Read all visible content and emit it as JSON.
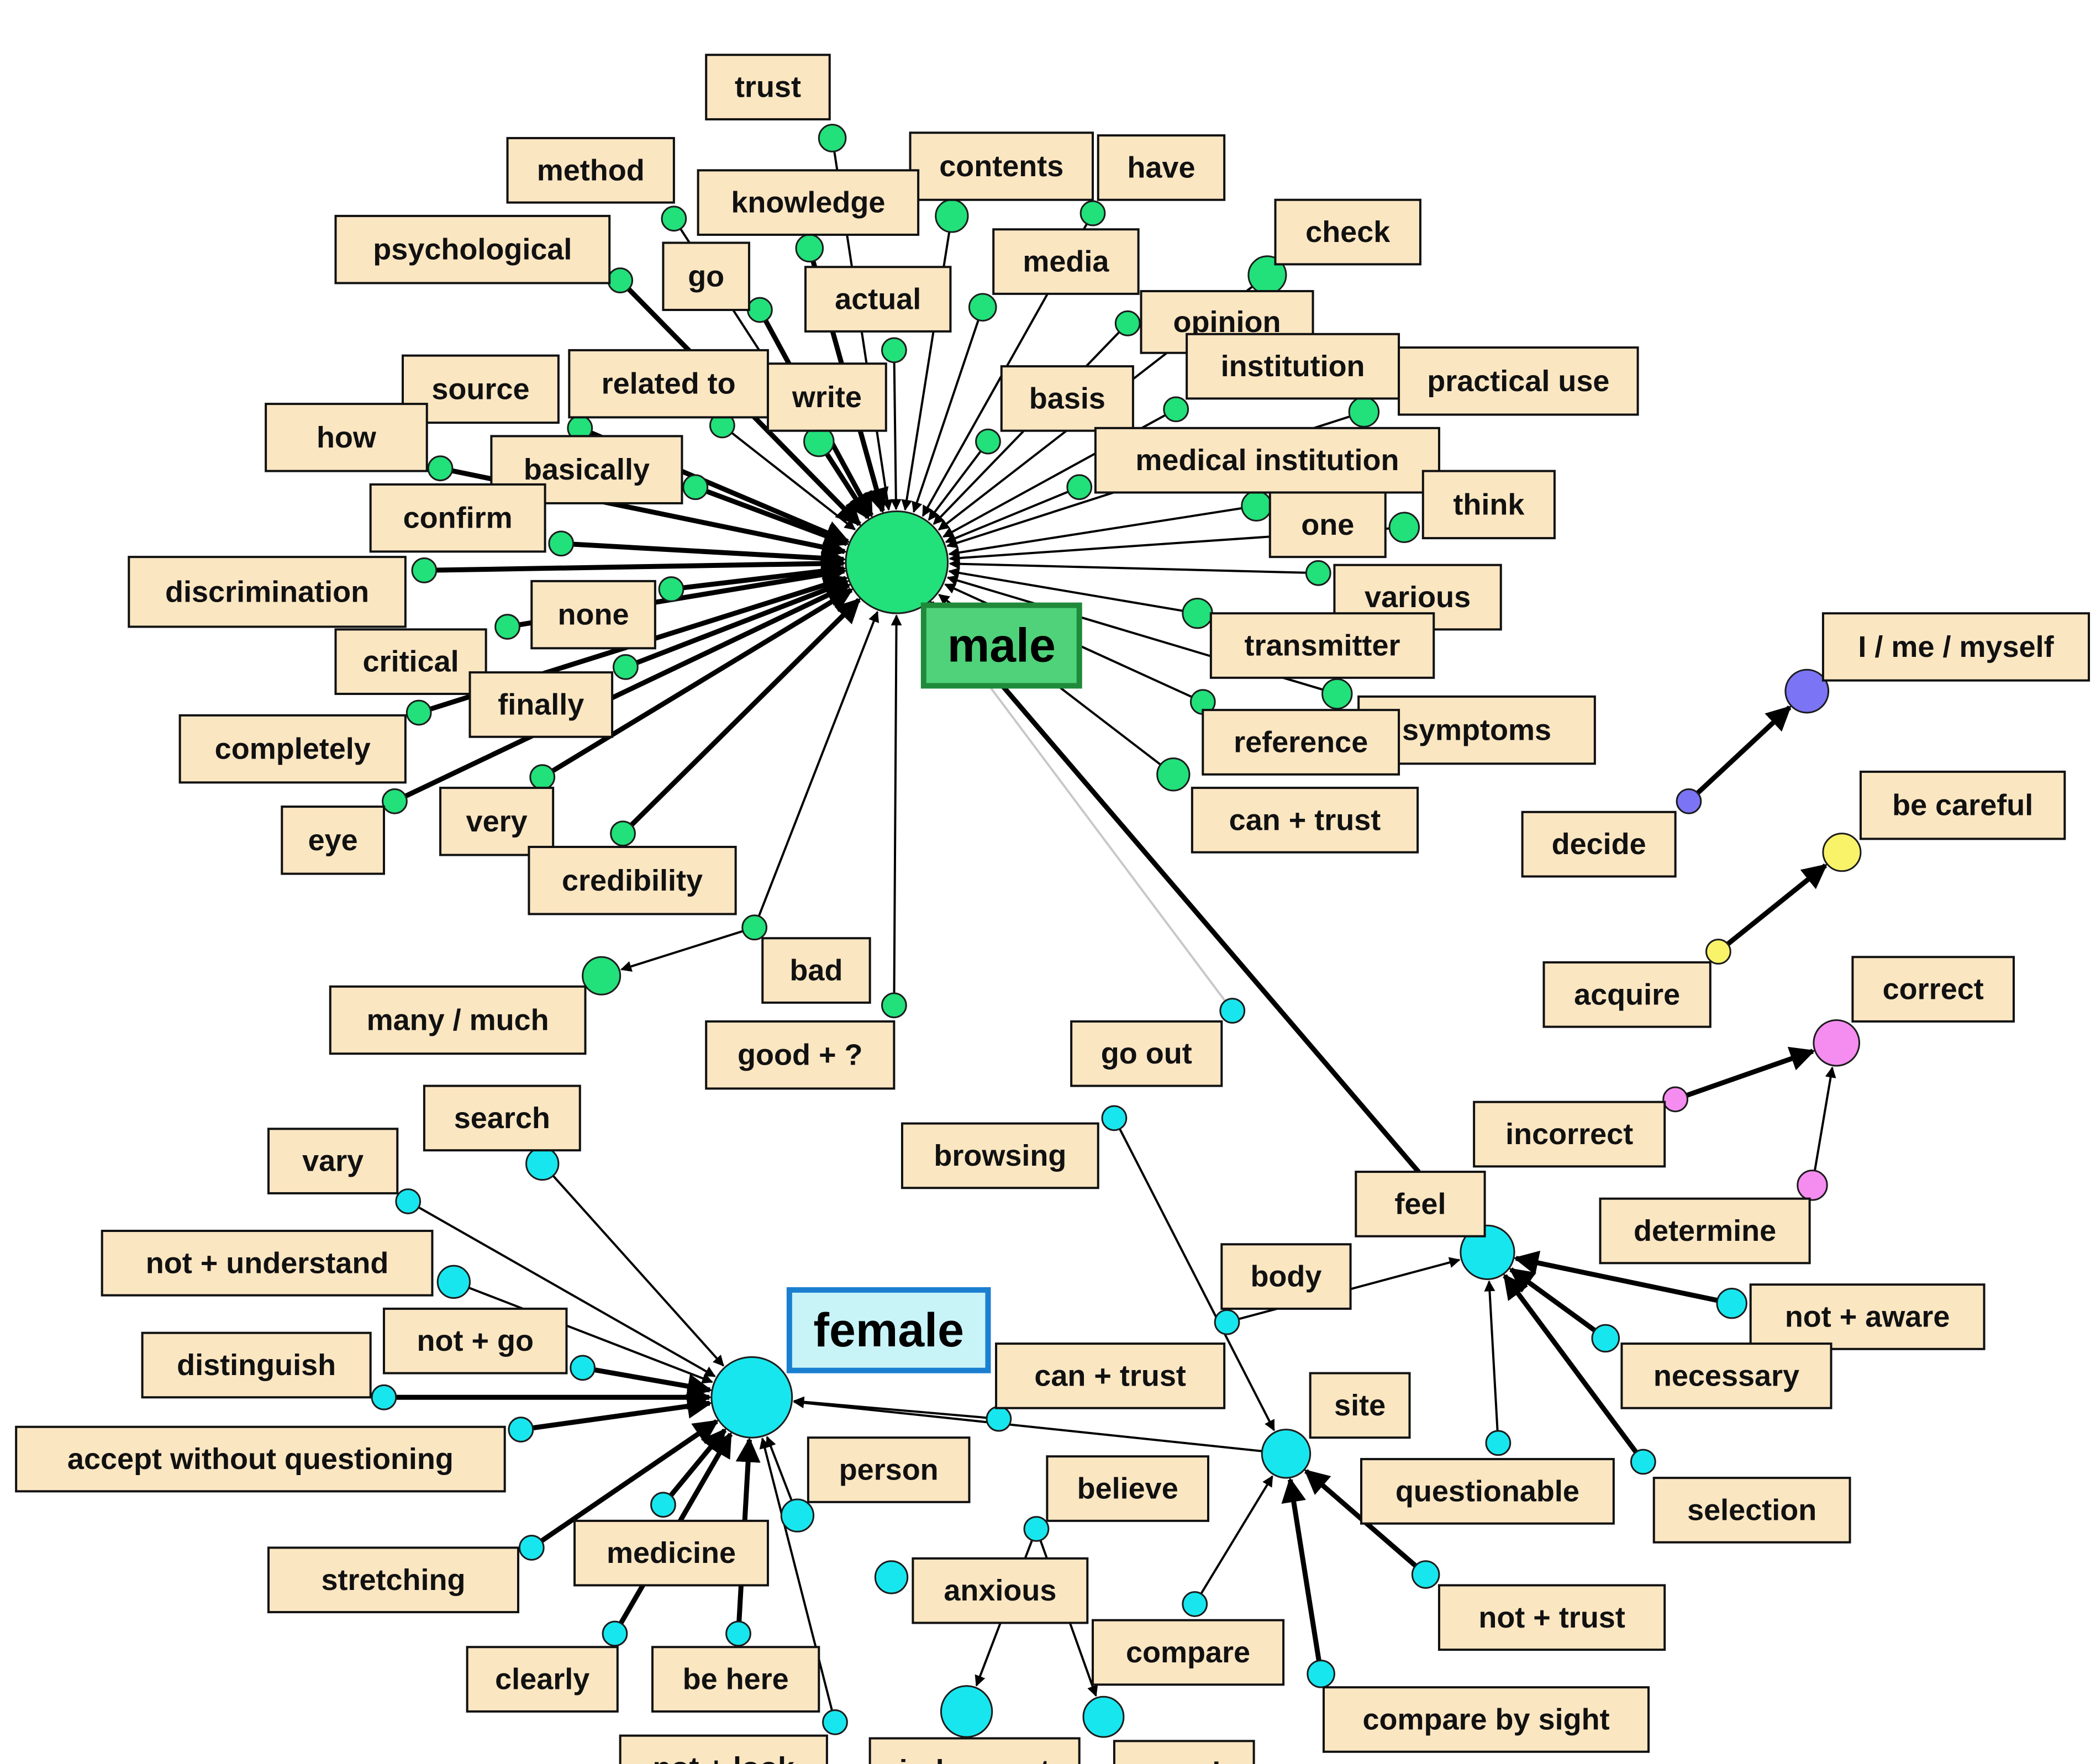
{
  "colors": {
    "box_fill": "#fbe6c2",
    "box_stroke": "#111111",
    "male": "#22e07a",
    "female": "#18e6ee",
    "decide_group": "#7b74f4",
    "acquire_group": "#f9f36a",
    "correct_group": "#f58cf0",
    "male_label_fill": "#4fd27a",
    "male_label_stroke": "#1f8a3a",
    "female_label_fill": "#c8f4f8",
    "female_label_stroke": "#1b7fd0"
  },
  "hubs": [
    {
      "id": "male",
      "label": "male",
      "group": "male"
    },
    {
      "id": "female",
      "label": "female",
      "group": "female"
    }
  ],
  "words": [
    {
      "id": "trust",
      "label": "trust",
      "group": "male"
    },
    {
      "id": "method",
      "label": "method",
      "group": "male"
    },
    {
      "id": "contents",
      "label": "contents",
      "group": "male"
    },
    {
      "id": "have",
      "label": "have",
      "group": "male"
    },
    {
      "id": "knowledge",
      "label": "knowledge",
      "group": "male"
    },
    {
      "id": "psychological",
      "label": "psychological",
      "group": "male"
    },
    {
      "id": "go",
      "label": "go",
      "group": "male"
    },
    {
      "id": "check",
      "label": "check",
      "group": "male"
    },
    {
      "id": "media",
      "label": "media",
      "group": "male"
    },
    {
      "id": "actual",
      "label": "actual",
      "group": "male"
    },
    {
      "id": "opinion",
      "label": "opinion",
      "group": "male"
    },
    {
      "id": "institution",
      "label": "institution",
      "group": "male"
    },
    {
      "id": "practical_use",
      "label": "practical use",
      "group": "male"
    },
    {
      "id": "source",
      "label": "source",
      "group": "male"
    },
    {
      "id": "related_to",
      "label": "related to",
      "group": "male"
    },
    {
      "id": "write",
      "label": "write",
      "group": "male"
    },
    {
      "id": "basis",
      "label": "basis",
      "group": "male"
    },
    {
      "id": "how",
      "label": "how",
      "group": "male"
    },
    {
      "id": "basically",
      "label": "basically",
      "group": "male"
    },
    {
      "id": "medical_institution",
      "label": "medical institution",
      "group": "male"
    },
    {
      "id": "confirm",
      "label": "confirm",
      "group": "male"
    },
    {
      "id": "think",
      "label": "think",
      "group": "male"
    },
    {
      "id": "one",
      "label": "one",
      "group": "male"
    },
    {
      "id": "discrimination",
      "label": "discrimination",
      "group": "male"
    },
    {
      "id": "none",
      "label": "none",
      "group": "male"
    },
    {
      "id": "various",
      "label": "various",
      "group": "male"
    },
    {
      "id": "critical",
      "label": "critical",
      "group": "male"
    },
    {
      "id": "transmitter",
      "label": "transmitter",
      "group": "male"
    },
    {
      "id": "finally",
      "label": "finally",
      "group": "male"
    },
    {
      "id": "completely",
      "label": "completely",
      "group": "male"
    },
    {
      "id": "symptoms",
      "label": "symptoms",
      "group": "male"
    },
    {
      "id": "reference",
      "label": "reference",
      "group": "male"
    },
    {
      "id": "eye",
      "label": "eye",
      "group": "male"
    },
    {
      "id": "very",
      "label": "very",
      "group": "male"
    },
    {
      "id": "can_trust_m",
      "label": "can + trust",
      "group": "male"
    },
    {
      "id": "credibility",
      "label": "credibility",
      "group": "male"
    },
    {
      "id": "bad",
      "label": "bad",
      "group": "male"
    },
    {
      "id": "many_much",
      "label": "many / much",
      "group": "male"
    },
    {
      "id": "good_q",
      "label": "good + ?",
      "group": "male"
    },
    {
      "id": "i_me_myself",
      "label": "I / me / myself",
      "group": "decide_group"
    },
    {
      "id": "decide",
      "label": "decide",
      "group": "decide_group"
    },
    {
      "id": "be_careful",
      "label": "be careful",
      "group": "acquire_group"
    },
    {
      "id": "acquire",
      "label": "acquire",
      "group": "acquire_group"
    },
    {
      "id": "correct",
      "label": "correct",
      "group": "correct_group"
    },
    {
      "id": "incorrect",
      "label": "incorrect",
      "group": "correct_group"
    },
    {
      "id": "determine",
      "label": "determine",
      "group": "correct_group"
    },
    {
      "id": "go_out",
      "label": "go out",
      "group": "female"
    },
    {
      "id": "search",
      "label": "search",
      "group": "female"
    },
    {
      "id": "vary",
      "label": "vary",
      "group": "female"
    },
    {
      "id": "browsing",
      "label": "browsing",
      "group": "female"
    },
    {
      "id": "feel",
      "label": "feel",
      "group": "female"
    },
    {
      "id": "not_understand",
      "label": "not + understand",
      "group": "female"
    },
    {
      "id": "body",
      "label": "body",
      "group": "female"
    },
    {
      "id": "not_go",
      "label": "not + go",
      "group": "female"
    },
    {
      "id": "not_aware",
      "label": "not + aware",
      "group": "female"
    },
    {
      "id": "distinguish",
      "label": "distinguish",
      "group": "female"
    },
    {
      "id": "can_trust_f",
      "label": "can + trust",
      "group": "female"
    },
    {
      "id": "necessary",
      "label": "necessary",
      "group": "female"
    },
    {
      "id": "site",
      "label": "site",
      "group": "female"
    },
    {
      "id": "accept",
      "label": "accept without questioning",
      "group": "female"
    },
    {
      "id": "person",
      "label": "person",
      "group": "female"
    },
    {
      "id": "questionable",
      "label": "questionable",
      "group": "female"
    },
    {
      "id": "believe",
      "label": "believe",
      "group": "female"
    },
    {
      "id": "selection",
      "label": "selection",
      "group": "female"
    },
    {
      "id": "stretching",
      "label": "stretching",
      "group": "female"
    },
    {
      "id": "medicine",
      "label": "medicine",
      "group": "female"
    },
    {
      "id": "anxious",
      "label": "anxious",
      "group": "female"
    },
    {
      "id": "not_trust",
      "label": "not + trust",
      "group": "female"
    },
    {
      "id": "compare",
      "label": "compare",
      "group": "female"
    },
    {
      "id": "clearly",
      "label": "clearly",
      "group": "female"
    },
    {
      "id": "be_here",
      "label": "be here",
      "group": "female"
    },
    {
      "id": "compare_by_sight",
      "label": "compare by sight",
      "group": "female"
    },
    {
      "id": "not_look",
      "label": "not + look",
      "group": "female"
    },
    {
      "id": "judgement",
      "label": "judgement",
      "group": "female"
    },
    {
      "id": "good",
      "label": "good",
      "group": "female"
    }
  ],
  "edges": [
    [
      "trust",
      "male"
    ],
    [
      "method",
      "male"
    ],
    [
      "contents",
      "male"
    ],
    [
      "have",
      "male"
    ],
    [
      "knowledge",
      "male"
    ],
    [
      "psychological",
      "male"
    ],
    [
      "go",
      "male"
    ],
    [
      "check",
      "male"
    ],
    [
      "media",
      "male"
    ],
    [
      "actual",
      "male"
    ],
    [
      "opinion",
      "male"
    ],
    [
      "institution",
      "male"
    ],
    [
      "practical_use",
      "male"
    ],
    [
      "source",
      "male"
    ],
    [
      "related_to",
      "male"
    ],
    [
      "write",
      "male"
    ],
    [
      "basis",
      "male"
    ],
    [
      "how",
      "male"
    ],
    [
      "basically",
      "male"
    ],
    [
      "medical_institution",
      "male"
    ],
    [
      "confirm",
      "male"
    ],
    [
      "think",
      "male"
    ],
    [
      "one",
      "male"
    ],
    [
      "discrimination",
      "male"
    ],
    [
      "none",
      "male"
    ],
    [
      "various",
      "male"
    ],
    [
      "critical",
      "male"
    ],
    [
      "transmitter",
      "male"
    ],
    [
      "finally",
      "male"
    ],
    [
      "completely",
      "male"
    ],
    [
      "symptoms",
      "male"
    ],
    [
      "reference",
      "male"
    ],
    [
      "eye",
      "male"
    ],
    [
      "very",
      "male"
    ],
    [
      "can_trust_m",
      "male"
    ],
    [
      "credibility",
      "male"
    ],
    [
      "bad",
      "male"
    ],
    [
      "bad",
      "many_much"
    ],
    [
      "good_q",
      "male"
    ],
    [
      "go_out",
      "male"
    ],
    [
      "feel",
      "male"
    ],
    [
      "decide",
      "i_me_myself"
    ],
    [
      "acquire",
      "be_careful"
    ],
    [
      "incorrect",
      "correct"
    ],
    [
      "determine",
      "correct"
    ],
    [
      "search",
      "female"
    ],
    [
      "vary",
      "female"
    ],
    [
      "not_understand",
      "female"
    ],
    [
      "not_go",
      "female"
    ],
    [
      "distinguish",
      "female"
    ],
    [
      "accept",
      "female"
    ],
    [
      "stretching",
      "female"
    ],
    [
      "medicine",
      "female"
    ],
    [
      "clearly",
      "female"
    ],
    [
      "be_here",
      "female"
    ],
    [
      "not_look",
      "female"
    ],
    [
      "person",
      "female"
    ],
    [
      "can_trust_f",
      "female"
    ],
    [
      "site",
      "female"
    ],
    [
      "browsing",
      "site"
    ],
    [
      "compare",
      "site"
    ],
    [
      "compare_by_sight",
      "site"
    ],
    [
      "not_trust",
      "site"
    ],
    [
      "body",
      "feel"
    ],
    [
      "not_aware",
      "feel"
    ],
    [
      "necessary",
      "feel"
    ],
    [
      "questionable",
      "feel"
    ],
    [
      "selection",
      "feel"
    ],
    [
      "believe",
      "judgement"
    ],
    [
      "believe",
      "good"
    ]
  ]
}
